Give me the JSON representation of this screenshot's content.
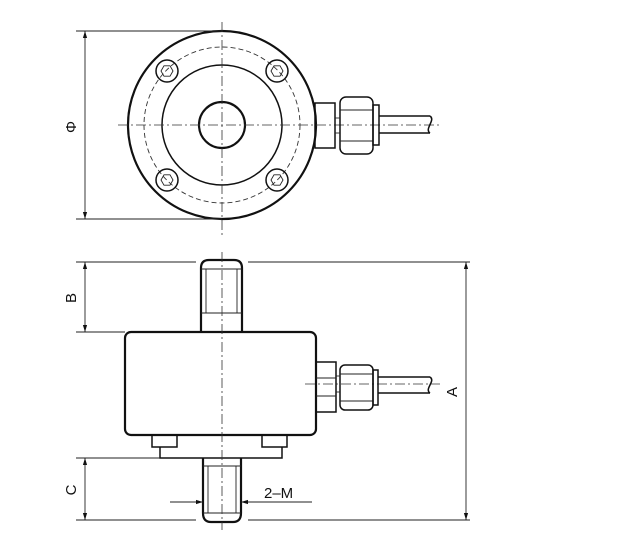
{
  "labels": {
    "diameter": "Φ",
    "dim_a": "A",
    "dim_b": "B",
    "dim_c": "C",
    "thread": "2–M"
  }
}
